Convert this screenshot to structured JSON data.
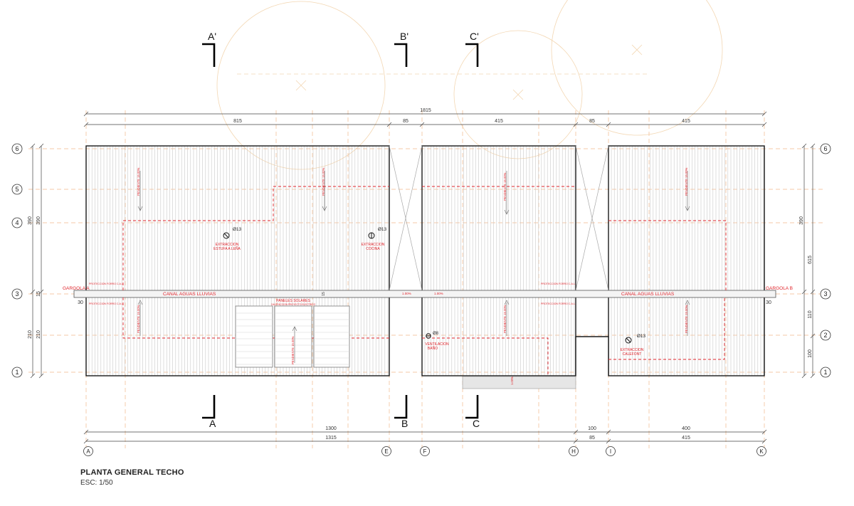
{
  "drawing": {
    "title": "PLANTA GENERAL TECHO",
    "scale": "ESC: 1/50",
    "accent_color": "#e0242b",
    "line_color": "#1a1a1a",
    "guide_color": "#f1b98c"
  },
  "sections": {
    "top": [
      "A'",
      "B'",
      "C'"
    ],
    "bottom": [
      "A",
      "B",
      "C"
    ]
  },
  "grid_rows": [
    "6",
    "5",
    "4",
    "3",
    "2",
    "1"
  ],
  "grid_columns": [
    "A",
    "E",
    "F",
    "H",
    "I",
    "K"
  ],
  "dims_top": {
    "overall": "1815",
    "segments": [
      "815",
      "85",
      "415",
      "85",
      "415"
    ]
  },
  "dims_bottom": {
    "row1": [
      "1300",
      "100",
      "400"
    ],
    "row2": [
      "1315",
      "85",
      "415"
    ]
  },
  "dims_left": {
    "upper": [
      "390",
      "390"
    ],
    "small": [
      "15",
      "30"
    ],
    "lower": [
      "210",
      "210"
    ]
  },
  "dims_right": {
    "upper": [
      "390",
      "615"
    ],
    "lower": [
      "30",
      "110",
      "100"
    ]
  },
  "gutter": {
    "label_left": "CANAL AGUAS LLUVIAS",
    "label_right": "CANAL AGUAS LLUVIAS",
    "gargola_a": "GARGOLA A",
    "gargola_b": "GARGOLA B",
    "slope_1": "1.00%",
    "slope_2": "1.00%",
    "gutter_dim": "15"
  },
  "fixtures": {
    "extraccion_estufa": {
      "dia": "Ø13",
      "line1": "EXTRACCION",
      "line2": "ESTUFA A LEÑA"
    },
    "extraccion_cocina": {
      "dia": "Ø13",
      "line1": "EXTRACCION",
      "line2": "COCINA"
    },
    "ventilacion_bano": {
      "dia": "Ø8",
      "line1": "VENTILACION",
      "line2": "BAÑO"
    },
    "extraccion_calefont": {
      "dia": "Ø13",
      "line1": "EXTRACCION",
      "line2": "CALEFONT"
    }
  },
  "solar": {
    "line1": "PANELES SOLARES",
    "line2": "CALEFACCION PROYECTO ELECTRICO"
  },
  "slopes": {
    "pendiente": "PENDIENTE 15.00%",
    "lower_entry": "1.00%"
  },
  "protection_notes": {
    "p1": "PROTECCION FORRO C.A.L.",
    "p2": "PROTECCION FORRO C.A.L.",
    "p3": "PROTECCION FORRO C.A.L.",
    "p4": "PROTECCION FORRO C.A.L."
  }
}
